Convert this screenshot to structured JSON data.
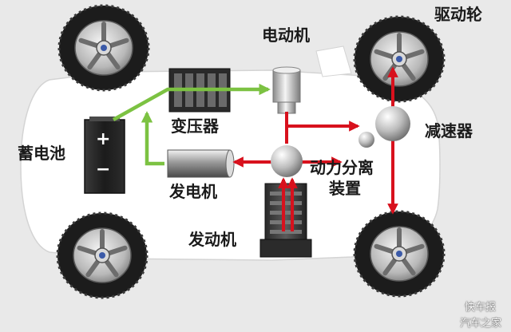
{
  "labels": {
    "drive_wheel": "驱动轮",
    "motor": "电动机",
    "inverter": "变压器",
    "battery": "蓄电池",
    "reducer": "减速器",
    "generator": "发电机",
    "power_split_line1": "动力分离",
    "power_split_line2": "装置",
    "engine": "发动机"
  },
  "battery_symbols": {
    "plus": "+",
    "minus": "−"
  },
  "watermark": {
    "line1": "快车报",
    "line2": "汽车之家"
  },
  "colors": {
    "electric_flow": "#7cc242",
    "mechanical_flow": "#d8111d",
    "background": "#e9e9e9",
    "car_body": "#ffffff"
  },
  "icons": {
    "wheel": "wheel-icon",
    "battery": "battery-icon",
    "inverter": "inverter-icon",
    "motor": "motor-icon",
    "generator": "generator-icon",
    "power_split": "power-split-sphere-icon",
    "reducer": "reducer-gear-icon",
    "engine": "engine-icon"
  }
}
